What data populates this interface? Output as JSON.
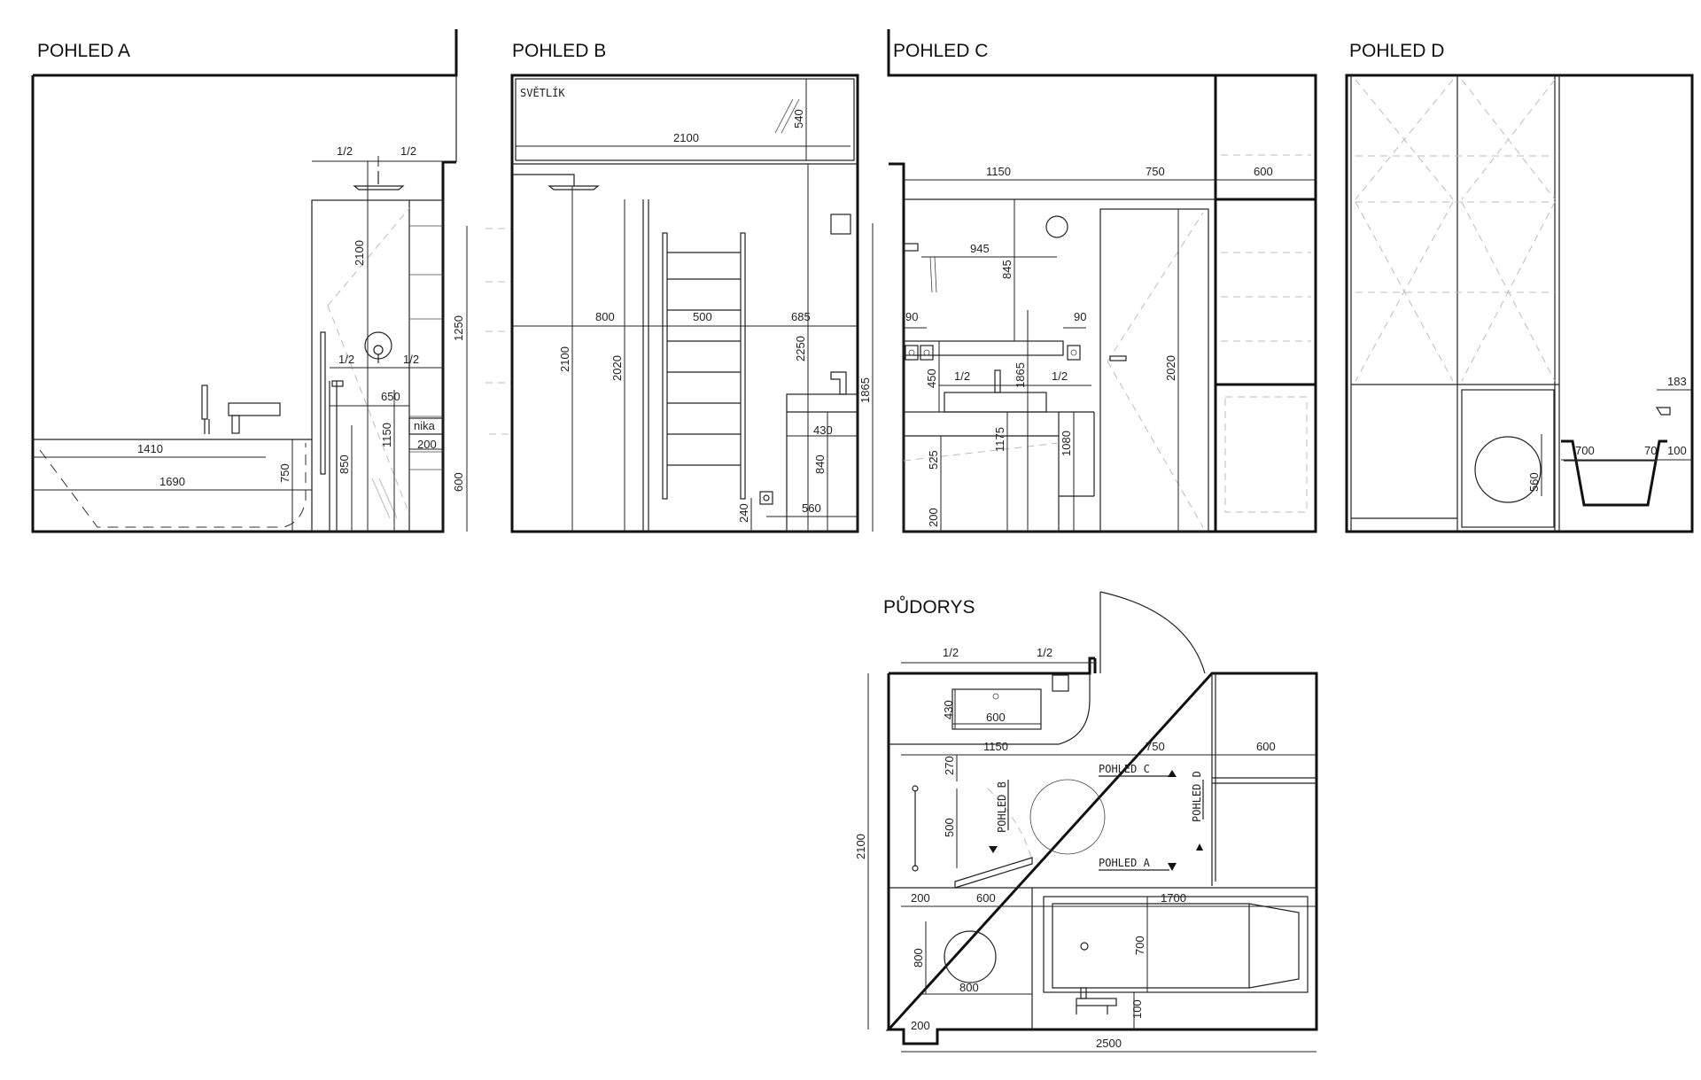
{
  "views": {
    "a": "POHLED A",
    "b": "POHLED B",
    "c": "POHLED C",
    "d": "POHLED D",
    "plan": "PŮDORYS"
  },
  "labels": {
    "skylight": "SVĚTLÍK",
    "niche": "nika",
    "plan_view_c": "POHLED C",
    "plan_view_d": "POHLED D",
    "plan_view_b": "POHLED B",
    "plan_view_a": "POHLED A"
  },
  "dims_a": {
    "half_l": "1/2",
    "half_r": "1/2",
    "h2100": "2100",
    "h1250": "1250",
    "half_l2": "1/2",
    "half_r2": "1/2",
    "w650": "650",
    "w1410": "1410",
    "w1690": "1690",
    "h750": "750",
    "h850": "850",
    "h1150": "1150",
    "w200": "200",
    "h600": "600"
  },
  "dims_b": {
    "w2100": "2100",
    "h540": "540",
    "w800": "800",
    "w500": "500",
    "w685": "685",
    "h2100": "2100",
    "h2020": "2020",
    "h2250": "2250",
    "h1865": "1865",
    "w430": "430",
    "h840": "840",
    "h240": "240",
    "w560": "560"
  },
  "dims_c": {
    "w1150": "1150",
    "w750": "750",
    "w600": "600",
    "w945": "945",
    "h845": "845",
    "w90a": "90",
    "w90b": "90",
    "h450": "450",
    "half_l": "1/2",
    "h1865": "1865",
    "half_r": "1/2",
    "h2020": "2020",
    "h1175": "1175",
    "h1080": "1080",
    "h525": "525",
    "h200": "200"
  },
  "dims_d": {
    "w183": "183",
    "w700": "700",
    "w70": "70",
    "w100": "100",
    "h560": "560"
  },
  "dims_plan": {
    "half_l": "1/2",
    "half_r": "1/2",
    "h430": "430",
    "w600": "600",
    "w1150": "1150",
    "w750": "750",
    "w600b": "600",
    "h270": "270",
    "h500": "500",
    "h2100": "2100",
    "w200": "200",
    "w600c": "600",
    "w1700": "1700",
    "h800": "800",
    "w800": "800",
    "h700": "700",
    "h100": "100",
    "w200b": "200",
    "w2500": "2500"
  }
}
